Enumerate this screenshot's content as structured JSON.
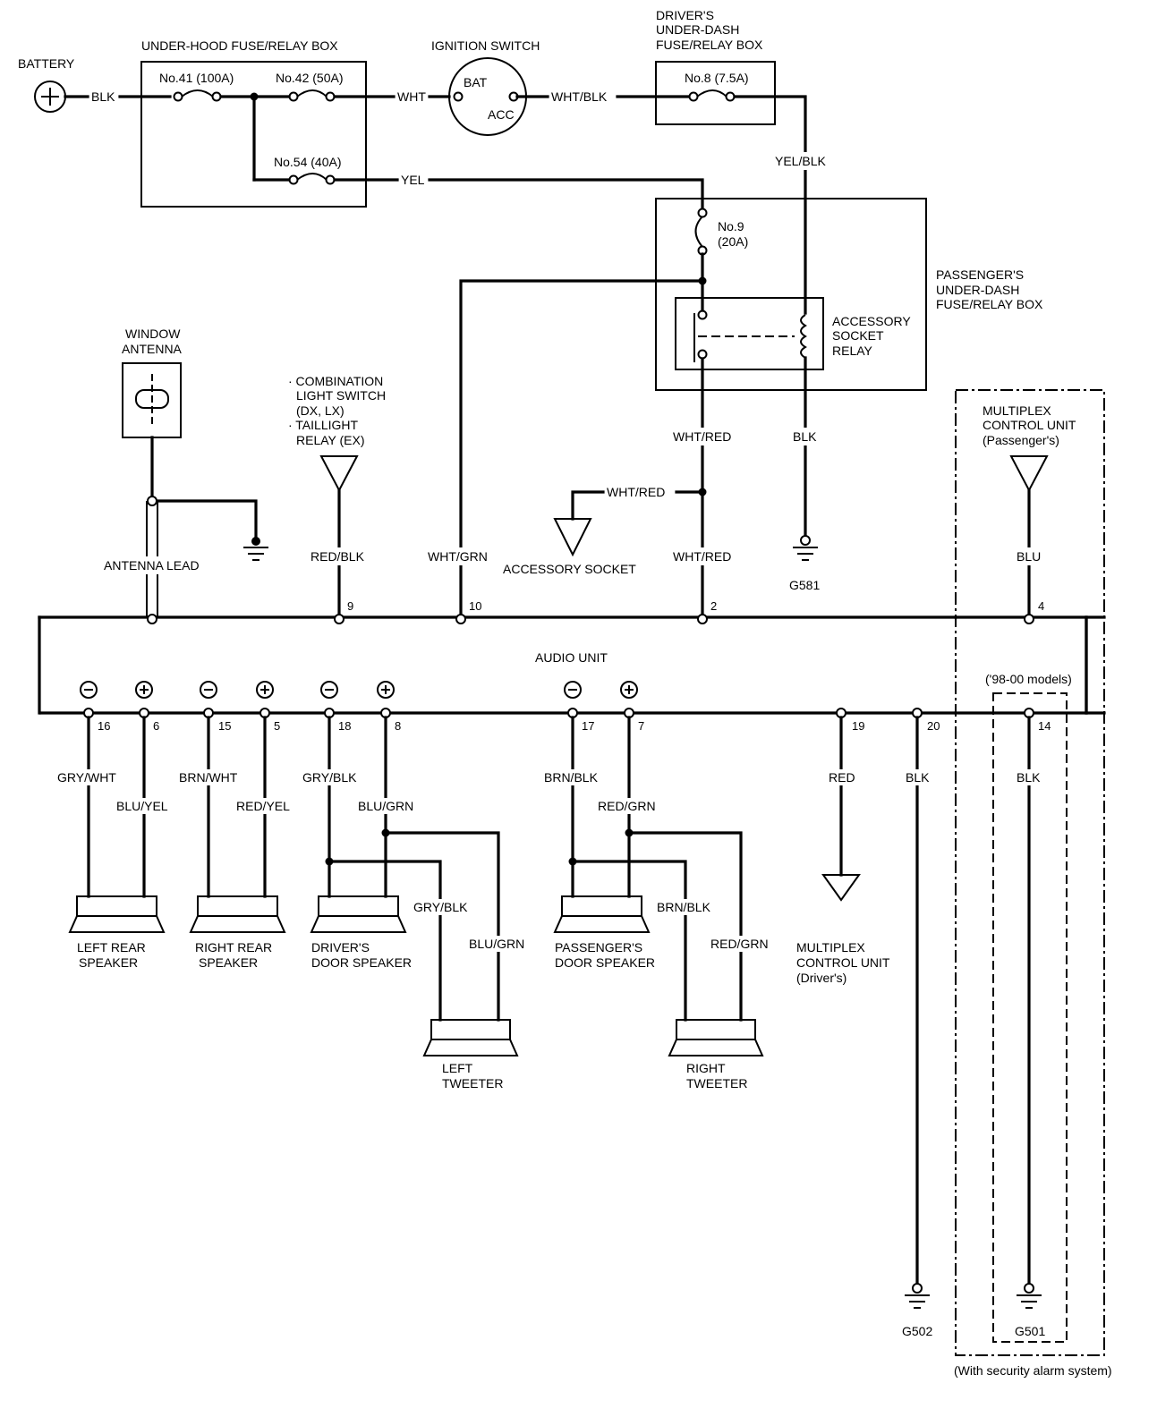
{
  "components": {
    "battery": "BATTERY",
    "underhood_box": "UNDER-HOOD FUSE/RELAY BOX",
    "ignition_switch": "IGNITION SWITCH",
    "bat_terminal": "BAT",
    "acc_terminal": "ACC",
    "drivers_box": [
      "DRIVER'S",
      "UNDER-DASH",
      "FUSE/RELAY BOX"
    ],
    "passengers_box": [
      "PASSENGER'S",
      "UNDER-DASH",
      "FUSE/RELAY BOX"
    ],
    "accessory_relay": [
      "ACCESSORY",
      "SOCKET",
      "RELAY"
    ],
    "window_antenna": [
      "WINDOW",
      "ANTENNA"
    ],
    "antenna_lead": "ANTENNA LEAD",
    "combination_switch": [
      "· COMBINATION",
      "LIGHT SWITCH",
      "(DX, LX)",
      "· TAILLIGHT",
      "RELAY (EX)"
    ],
    "accessory_socket": "ACCESSORY SOCKET",
    "multiplex_passenger": [
      "MULTIPLEX",
      "CONTROL UNIT",
      "(Passenger's)"
    ],
    "multiplex_driver": [
      "MULTIPLEX",
      "CONTROL UNIT",
      "(Driver's)"
    ],
    "audio_unit": "AUDIO UNIT",
    "models_note": "('98-00 models)",
    "security_note": "(With security alarm system)",
    "left_rear_speaker": [
      "LEFT REAR",
      "SPEAKER"
    ],
    "right_rear_speaker": [
      "RIGHT REAR",
      "SPEAKER"
    ],
    "drivers_door_speaker": [
      "DRIVER'S",
      "DOOR SPEAKER"
    ],
    "passengers_door_speaker": [
      "PASSENGER'S",
      "DOOR SPEAKER"
    ],
    "left_tweeter": [
      "LEFT",
      "TWEETER"
    ],
    "right_tweeter": [
      "RIGHT",
      "TWEETER"
    ]
  },
  "fuses": {
    "f41": "No.41 (100A)",
    "f42": "No.42 (50A)",
    "f54": "No.54 (40A)",
    "f8": "No.8 (7.5A)",
    "f9": [
      "No.9",
      "(20A)"
    ]
  },
  "wires": {
    "blk_battery": "BLK",
    "wht": "WHT",
    "wht_blk": "WHT/BLK",
    "yel": "YEL",
    "yel_blk": "YEL/BLK",
    "wht_red_relay": "WHT/RED",
    "blk_relay": "BLK",
    "wht_red_socket": "WHT/RED",
    "wht_red_pin2": "WHT/RED",
    "red_blk": "RED/BLK",
    "wht_grn": "WHT/GRN",
    "blu": "BLU",
    "gry_wht": "GRY/WHT",
    "blu_yel": "BLU/YEL",
    "brn_wht": "BRN/WHT",
    "red_yel": "RED/YEL",
    "gry_blk": "GRY/BLK",
    "blu_grn": "BLU/GRN",
    "gry_blk_tweeter": "GRY/BLK",
    "blu_grn_tweeter": "BLU/GRN",
    "brn_blk": "BRN/BLK",
    "red_grn": "RED/GRN",
    "brn_blk_tweeter": "BRN/BLK",
    "red_grn_tweeter": "RED/GRN",
    "red": "RED",
    "blk_20": "BLK",
    "blk_14": "BLK"
  },
  "pins": {
    "p9": "9",
    "p10": "10",
    "p2": "2",
    "p4": "4",
    "p16": "16",
    "p6a": "6",
    "p15": "15",
    "p5": "5",
    "p18": "18",
    "p8": "8",
    "p17": "17",
    "p7": "7",
    "p19": "19",
    "p20": "20",
    "p14": "14"
  },
  "grounds": {
    "g581": "G581",
    "g502": "G502",
    "g501": "G501"
  }
}
